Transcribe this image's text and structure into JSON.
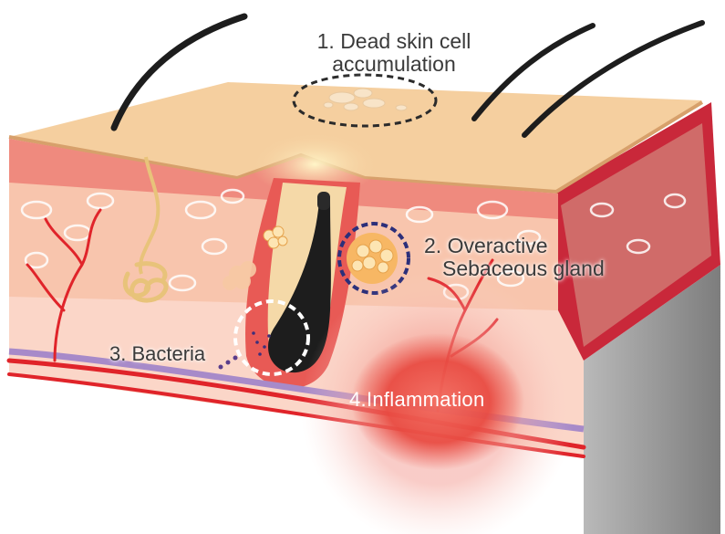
{
  "labels": {
    "dead_skin": {
      "line1": "1. Dead skin cell",
      "line2": "accumulation"
    },
    "sebaceous": {
      "line1": "2. Overactive",
      "line2": "Sebaceous gland"
    },
    "bacteria": "3. Bacteria",
    "inflammation": "4.Inflammation"
  },
  "colors": {
    "skin_top": "#f5cf9f",
    "epidermis": "#ef8a7e",
    "dermis": "#f8c5ad",
    "subcutis": "#fbd6c8",
    "vessel": "#e0242a",
    "nerve": "#a78ac9",
    "hair": "#1d1d1d",
    "gland_marker": "#2c2f7a",
    "inflammation": "#e8483f",
    "side_grey": "#8d8d8d"
  }
}
